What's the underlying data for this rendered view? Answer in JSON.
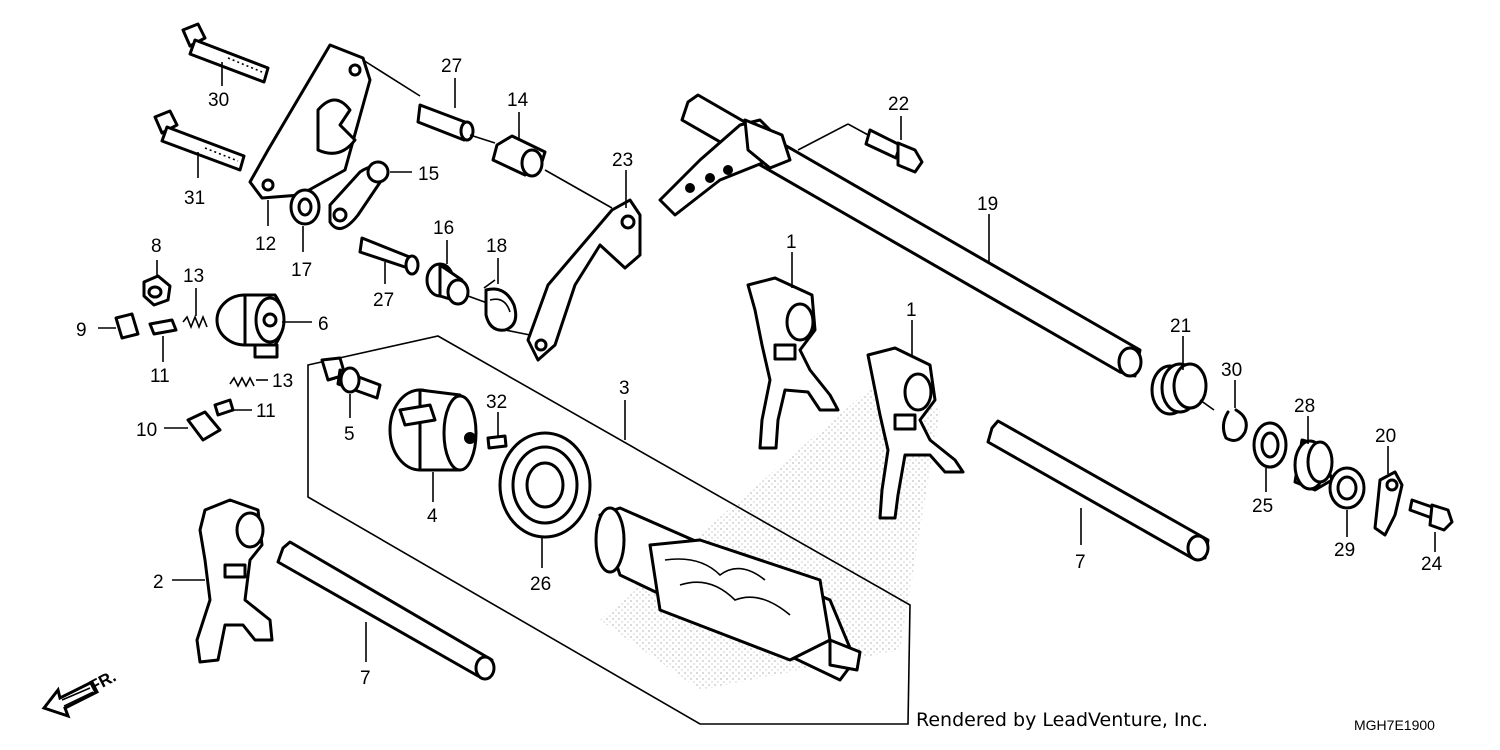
{
  "diagram": {
    "parts": [
      {
        "id": "part-1a",
        "label": "1"
      },
      {
        "id": "part-1b",
        "label": "1"
      },
      {
        "id": "part-2",
        "label": "2"
      },
      {
        "id": "part-3",
        "label": "3"
      },
      {
        "id": "part-4",
        "label": "4"
      },
      {
        "id": "part-5",
        "label": "5"
      },
      {
        "id": "part-6",
        "label": "6"
      },
      {
        "id": "part-7a",
        "label": "7"
      },
      {
        "id": "part-7b",
        "label": "7"
      },
      {
        "id": "part-8",
        "label": "8"
      },
      {
        "id": "part-9",
        "label": "9"
      },
      {
        "id": "part-10",
        "label": "10"
      },
      {
        "id": "part-11a",
        "label": "11"
      },
      {
        "id": "part-11b",
        "label": "11"
      },
      {
        "id": "part-12",
        "label": "12"
      },
      {
        "id": "part-13a",
        "label": "13"
      },
      {
        "id": "part-13b",
        "label": "13"
      },
      {
        "id": "part-14",
        "label": "14"
      },
      {
        "id": "part-15",
        "label": "15"
      },
      {
        "id": "part-16",
        "label": "16"
      },
      {
        "id": "part-17",
        "label": "17"
      },
      {
        "id": "part-18",
        "label": "18"
      },
      {
        "id": "part-19",
        "label": "19"
      },
      {
        "id": "part-20",
        "label": "20"
      },
      {
        "id": "part-21",
        "label": "21"
      },
      {
        "id": "part-22",
        "label": "22"
      },
      {
        "id": "part-23",
        "label": "23"
      },
      {
        "id": "part-24",
        "label": "24"
      },
      {
        "id": "part-25",
        "label": "25"
      },
      {
        "id": "part-26",
        "label": "26"
      },
      {
        "id": "part-27a",
        "label": "27"
      },
      {
        "id": "part-27b",
        "label": "27"
      },
      {
        "id": "part-28",
        "label": "28"
      },
      {
        "id": "part-29",
        "label": "29"
      },
      {
        "id": "part-30",
        "label": "30"
      },
      {
        "id": "part-31a",
        "label": "31"
      },
      {
        "id": "part-31b",
        "label": "31"
      },
      {
        "id": "part-32",
        "label": "32"
      }
    ],
    "direction_label": "FR.",
    "credit": "Rendered by LeadVenture, Inc.",
    "diagram_code": "MGH7E1900"
  }
}
